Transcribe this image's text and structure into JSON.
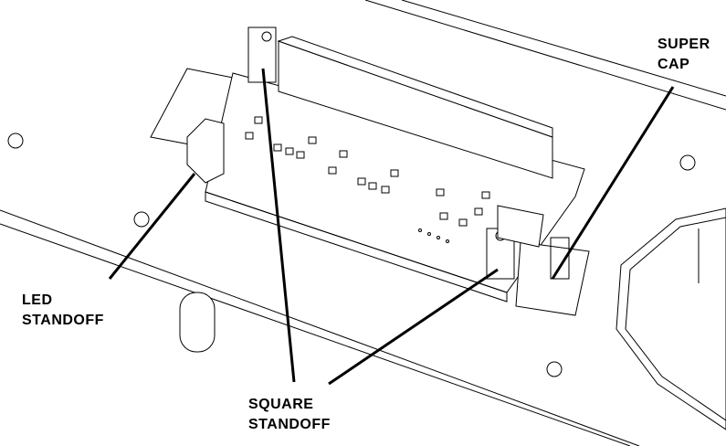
{
  "labels": {
    "super_cap": [
      "SUPER",
      "CAP"
    ],
    "led_standoff": [
      "LED",
      "STANDOFF"
    ],
    "square_standoff": [
      "SQUARE",
      "STANDOFF"
    ]
  }
}
